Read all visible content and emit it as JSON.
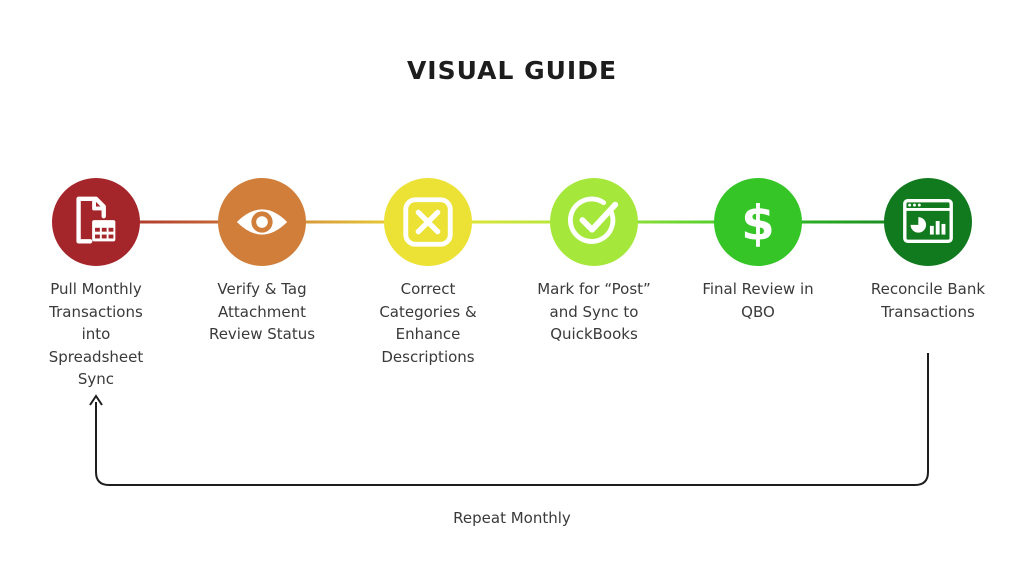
{
  "title": "VISUAL GUIDE",
  "steps": [
    {
      "label": "Pull Monthly\nTransactions\ninto\nSpreadsheet\nSync",
      "icon": "spreadsheet-file-icon",
      "color": "#A5262A"
    },
    {
      "label": "Verify & Tag\nAttachment\nReview Status",
      "icon": "eye-icon",
      "color": "#D07E3A"
    },
    {
      "label": "Correct\nCategories &\nEnhance\nDescriptions",
      "icon": "x-box-icon",
      "color": "#ECE236"
    },
    {
      "label": "Mark for “Post”\nand Sync to\nQuickBooks",
      "icon": "checkmark-icon",
      "color": "#A6E73C"
    },
    {
      "label": "Final Review in\nQBO",
      "icon": "dollar-icon",
      "color": "#35C526"
    },
    {
      "label": "Reconcile Bank\nTransactions",
      "icon": "dashboard-chart-icon",
      "color": "#117A1E"
    }
  ],
  "loop_label": "Repeat Monthly"
}
